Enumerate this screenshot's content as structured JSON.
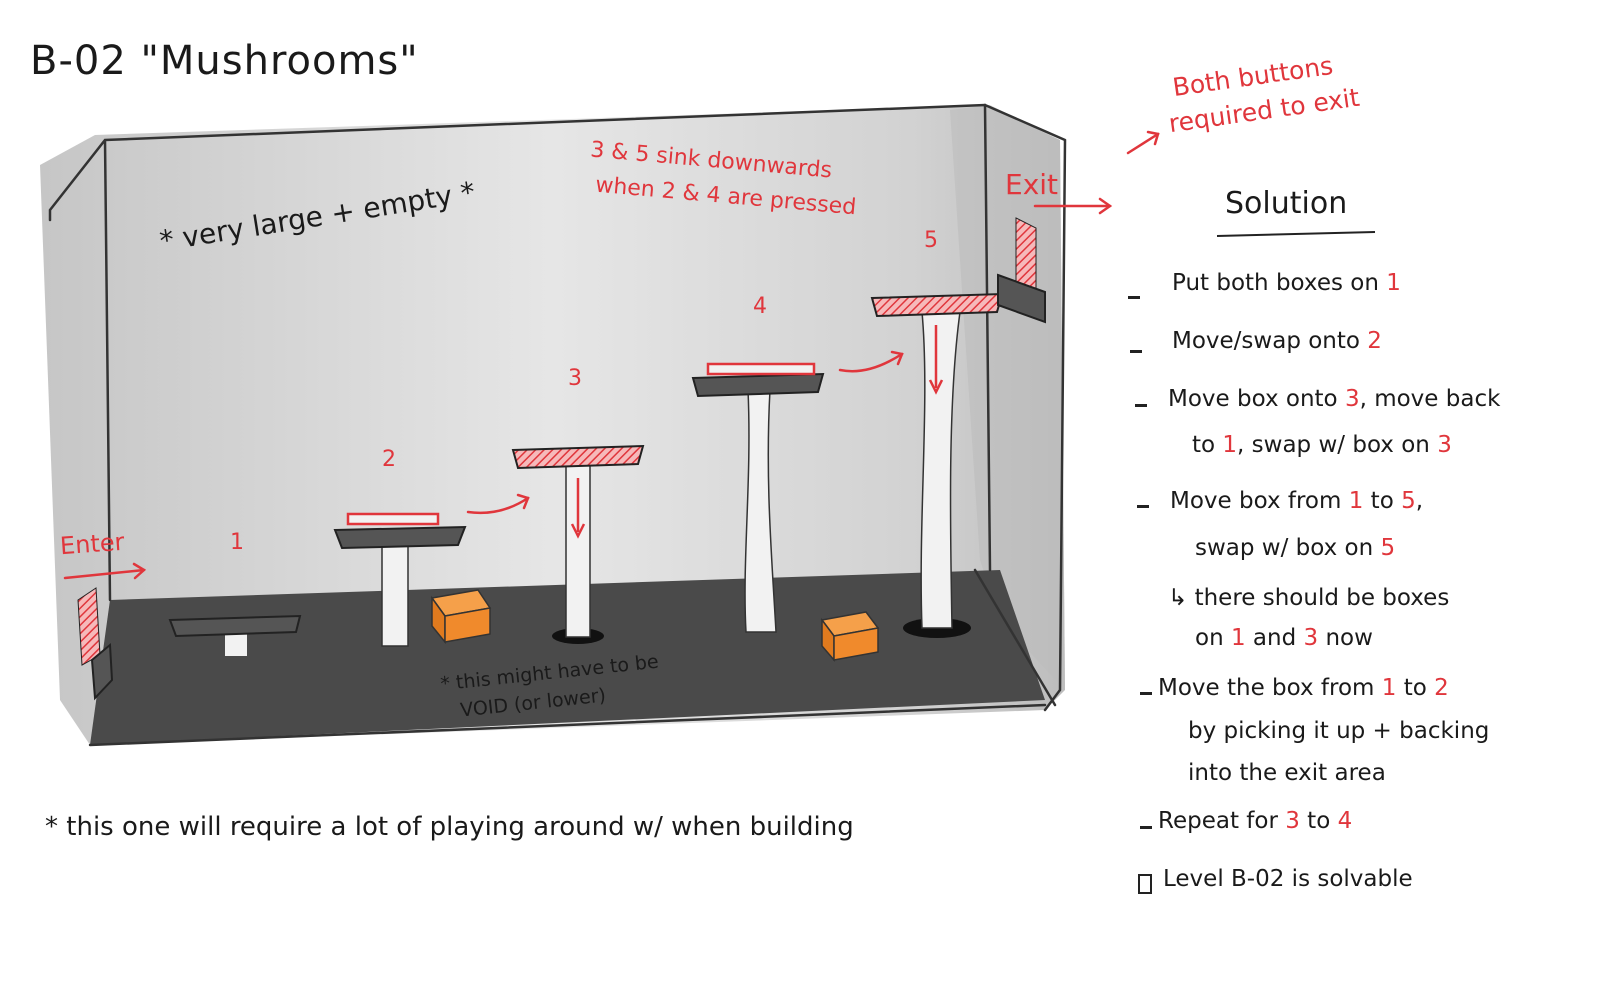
{
  "title": "B-02   \"Mushrooms\"",
  "notes": {
    "large_empty": "* very large + empty *",
    "sink": [
      "3 & 5 sink downwards",
      "when 2 & 4 are pressed"
    ],
    "exit": "Exit",
    "enter": "Enter",
    "both_buttons": [
      "Both buttons",
      "required to exit"
    ],
    "void": [
      "* this might have to be",
      "VOID (or lower)"
    ],
    "footer": "* this one will require a lot of playing around w/ when building"
  },
  "platform_labels": [
    "1",
    "2",
    "3",
    "4",
    "5"
  ],
  "solution": {
    "heading": "Solution",
    "steps": [
      {
        "parts": [
          [
            "Put both boxes on ",
            false
          ],
          [
            "1",
            true
          ]
        ]
      },
      {
        "parts": [
          [
            "Move/swap onto ",
            false
          ],
          [
            "2",
            true
          ]
        ]
      },
      {
        "parts": [
          [
            "Move box onto ",
            false
          ],
          [
            "3",
            true
          ],
          [
            ", move back",
            false
          ]
        ]
      },
      {
        "parts": [
          [
            "to ",
            false
          ],
          [
            "1",
            true
          ],
          [
            ", swap w/ box on ",
            false
          ],
          [
            "3",
            true
          ]
        ]
      },
      {
        "parts": [
          [
            "Move box from ",
            false
          ],
          [
            "1",
            true
          ],
          [
            " to ",
            false
          ],
          [
            "5",
            true
          ],
          [
            ",",
            false
          ]
        ]
      },
      {
        "parts": [
          [
            "swap w/ box on ",
            false
          ],
          [
            "5",
            true
          ]
        ]
      },
      {
        "parts": [
          [
            "↳ there should be boxes",
            false
          ]
        ]
      },
      {
        "parts": [
          [
            "on ",
            false
          ],
          [
            "1",
            true
          ],
          [
            "  and ",
            false
          ],
          [
            "3",
            true
          ],
          [
            " now",
            false
          ]
        ]
      },
      {
        "parts": [
          [
            "Move the box from ",
            false
          ],
          [
            "1",
            true
          ],
          [
            " to ",
            false
          ],
          [
            "2",
            true
          ]
        ]
      },
      {
        "parts": [
          [
            "by picking it up + backing",
            false
          ]
        ]
      },
      {
        "parts": [
          [
            "into the exit area",
            false
          ]
        ]
      },
      {
        "parts": [
          [
            "Repeat for ",
            false
          ],
          [
            "3",
            true
          ],
          [
            " to ",
            false
          ],
          [
            "4",
            true
          ]
        ]
      },
      {
        "parts": [
          [
            "Level B-02 is solvable",
            false
          ]
        ]
      }
    ]
  },
  "colors": {
    "red": "#e0363c",
    "box": "#f08a2c",
    "wall": "#d9d9d9",
    "floor": "#4a4a4a",
    "platform": "#555555"
  }
}
